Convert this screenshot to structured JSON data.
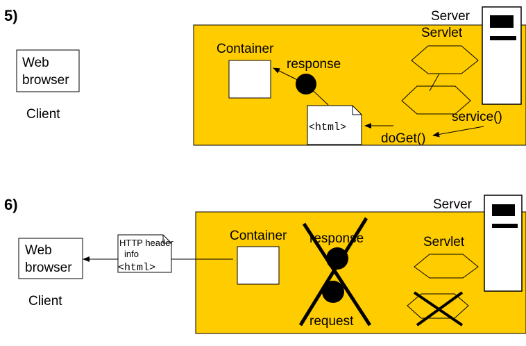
{
  "panel5": {
    "step": "5)",
    "client": {
      "browser_line1": "Web",
      "browser_line2": "browser",
      "label": "Client"
    },
    "server": "Server",
    "servlet": "Servlet",
    "container": "Container",
    "response": "response",
    "page": "<html>",
    "service": "service()",
    "doget": "doGet()"
  },
  "panel6": {
    "step": "6)",
    "client": {
      "browser_line1": "Web",
      "browser_line2": "browser",
      "label": "Client"
    },
    "server": "Server",
    "servlet": "Servlet",
    "container": "Container",
    "response": "response",
    "request": "request",
    "header_line1": "HTTP header",
    "header_line2": "info",
    "page": "<html>"
  },
  "colors": {
    "server_area": "#ffcc00",
    "ink": "#000000",
    "box": "#ffffff"
  },
  "icons": [
    "server-computer-icon",
    "servlet-hexagon-icon",
    "cross-out-icon",
    "arrow-icon"
  ]
}
